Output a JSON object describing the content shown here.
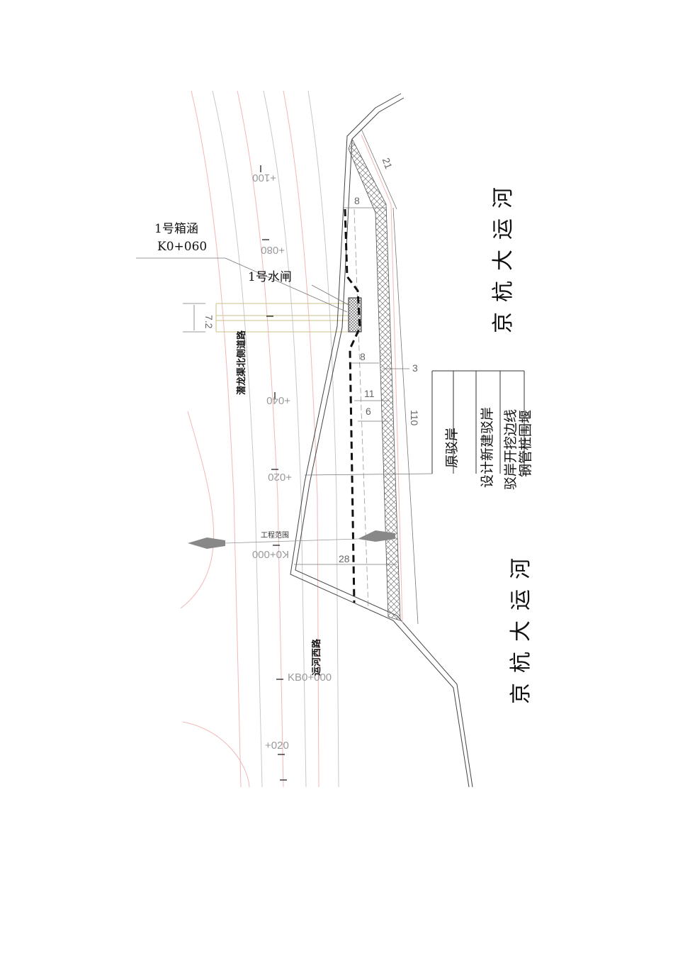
{
  "labels": {
    "culvert_name": "1号箱涵",
    "culvert_station": "K0+060",
    "sluice_name": "1号水闸",
    "road_north": "潜龙渠北侧道路",
    "road_west": "运河西路",
    "project_range": "工程范围",
    "river_top": "京杭大运河",
    "river_bottom": "京杭大运河"
  },
  "stations": {
    "s100": "+100",
    "s080": "+080",
    "s040": "+040",
    "s020": "+020",
    "k0": "K0+000",
    "kb0": "KB0+000",
    "kb020": "+020"
  },
  "dimensions": {
    "d21": "21",
    "d8a": "8",
    "d8b": "8",
    "d3": "3",
    "d11": "11",
    "d6": "6",
    "d110": "110",
    "d28": "28",
    "d72": "7.2"
  },
  "legend": [
    {
      "label": "原驳岸"
    },
    {
      "label": "设计新建驳岸"
    },
    {
      "label": "驳岸开挖边线"
    },
    {
      "label": "钢管桩围堰"
    }
  ],
  "colors": {
    "road_line": "#f2b8b8",
    "road_gray": "#c8c8c8",
    "culvert_line": "#c9c18a",
    "bank_line": "#444444",
    "ink": "#111111"
  }
}
